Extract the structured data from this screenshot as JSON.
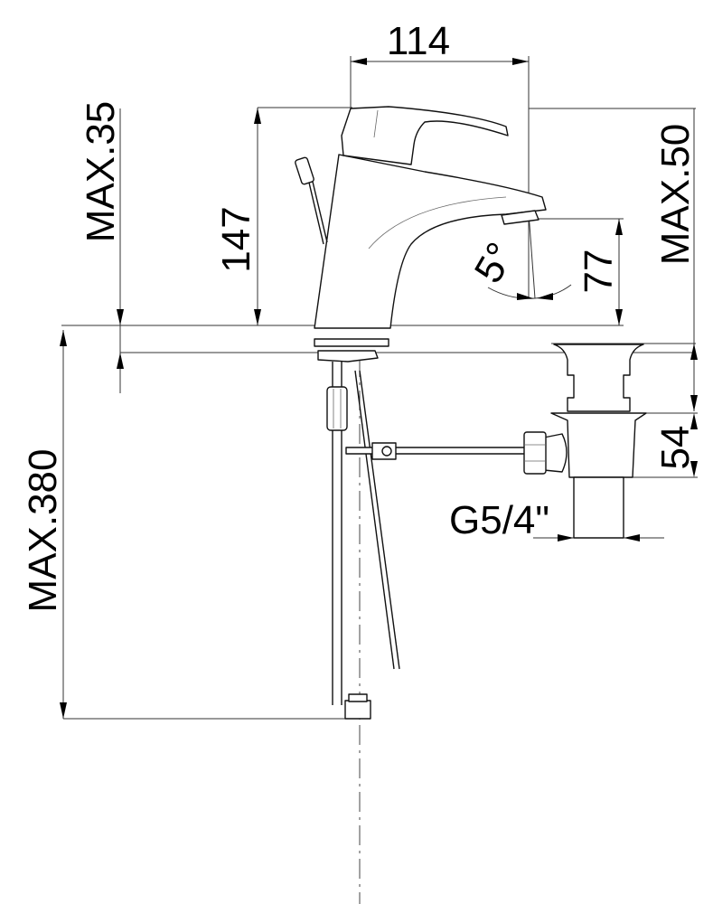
{
  "drawing": {
    "dimensions": {
      "spout_reach": "114",
      "deck_thickness": "MAX.35",
      "height": "147",
      "angle": "5°",
      "spout_height": "77",
      "max_50": "MAX.50",
      "hose_length": "MAX.380",
      "drain_height": "54",
      "drain_thread": "G5/4\""
    },
    "colors": {
      "line": "#111111",
      "background": "#ffffff"
    }
  }
}
